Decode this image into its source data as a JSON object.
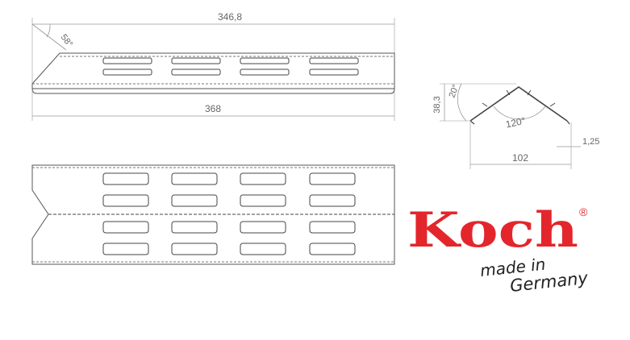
{
  "dimensions": {
    "top_width": "346,8",
    "total_length": "368",
    "angle_58": "58°",
    "height": "38,3",
    "angle_20": "20°",
    "angle_120": "120°",
    "profile_width": "102",
    "thickness": "1,25"
  },
  "logo": {
    "brand": "Koch",
    "registered": "®",
    "tagline_line1": "made in",
    "tagline_line2": "Germany",
    "brand_color": "#e3262b"
  },
  "colors": {
    "line": "#555555",
    "dimension": "#888888"
  }
}
